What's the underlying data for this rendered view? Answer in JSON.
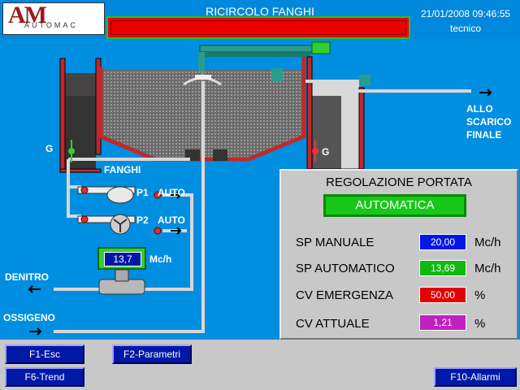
{
  "header": {
    "logo_text": "AM",
    "logo_sub": "AUTOMAC",
    "title": "RICIRCOLO FANGHI",
    "datetime": "21/01/2008 09:46:55",
    "user": "tecnico"
  },
  "diagram": {
    "label_g_left": "G",
    "label_g_right": "G",
    "label_fanghi": "FANGHI",
    "label_p1": "P1",
    "label_p2": "P2",
    "p1_mode": "AUTO",
    "p2_mode": "AUTO",
    "flow_value": "13,7",
    "flow_unit": "Mc/h",
    "label_denitro": "DENITRO",
    "label_ossigeno": "OSSIGENO",
    "label_scarico_1": "ALLO",
    "label_scarico_2": "SCARICO",
    "label_scarico_3": "FINALE"
  },
  "panel": {
    "title": "REGOLAZIONE PORTATA",
    "mode": "AUTOMATICA",
    "rows": [
      {
        "label": "SP MANUALE",
        "value": "20,00",
        "unit": "Mc/h",
        "color": "#0018e8"
      },
      {
        "label": "SP AUTOMATICO",
        "value": "13,69",
        "unit": "Mc/h",
        "color": "#10b810"
      },
      {
        "label": "CV EMERGENZA",
        "value": "50,00",
        "unit": "%",
        "color": "#e00000"
      },
      {
        "label": "CV ATTUALE",
        "value": "1,21",
        "unit": "%",
        "color": "#c020c0"
      }
    ]
  },
  "footer": {
    "f1": "F1-Esc",
    "f2": "F2-Parametri",
    "f6": "F6-Trend",
    "f10": "F10-Allarmi"
  },
  "colors": {
    "background": "#008ee0",
    "alarm_bar": "#e00000",
    "pipe": "#d8d8d8",
    "tank_wall": "#c0282a"
  }
}
